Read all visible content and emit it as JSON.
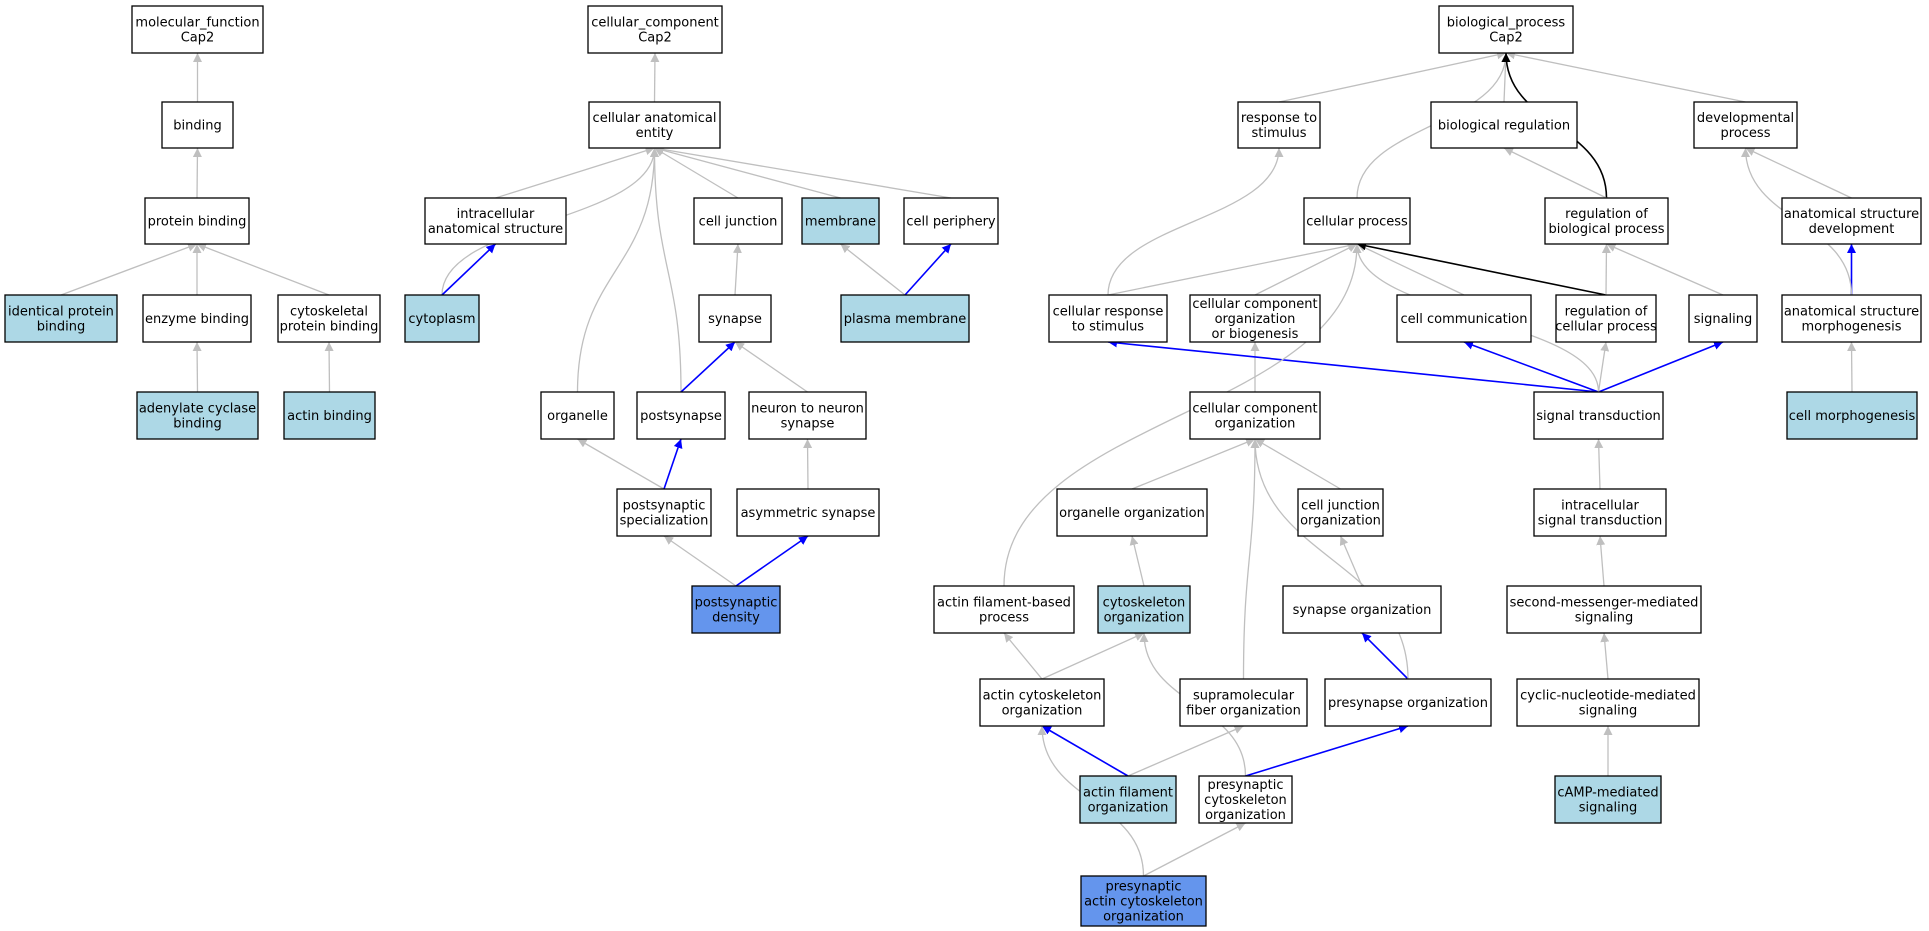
{
  "colors": {
    "default_fill": "#ffffff",
    "annotated_fill": "#add8e6",
    "target_fill": "#6495ed",
    "is_a_edge": "#bfbfbf",
    "positively_regulates_edge": "#0000ff",
    "regulates_edge": "#000000"
  },
  "nodes": {
    "mf": {
      "lines": [
        "molecular_function",
        "Cap2"
      ],
      "fill": "default"
    },
    "binding": {
      "lines": [
        "binding"
      ],
      "fill": "default"
    },
    "protein_binding": {
      "lines": [
        "protein binding"
      ],
      "fill": "default"
    },
    "identical_protein_binding": {
      "lines": [
        "identical protein",
        "binding"
      ],
      "fill": "annotated"
    },
    "enzyme_binding": {
      "lines": [
        "enzyme binding"
      ],
      "fill": "default"
    },
    "cytoskeletal_protein_binding": {
      "lines": [
        "cytoskeletal",
        "protein binding"
      ],
      "fill": "default"
    },
    "adenylate_cyclase_binding": {
      "lines": [
        "adenylate cyclase",
        "binding"
      ],
      "fill": "annotated"
    },
    "actin_binding": {
      "lines": [
        "actin binding"
      ],
      "fill": "annotated"
    },
    "cc": {
      "lines": [
        "cellular_component",
        "Cap2"
      ],
      "fill": "default"
    },
    "cellular_anatomical_entity": {
      "lines": [
        "cellular anatomical",
        "entity"
      ],
      "fill": "default"
    },
    "intracellular_anatomical_structure": {
      "lines": [
        "intracellular",
        "anatomical structure"
      ],
      "fill": "default"
    },
    "cell_junction": {
      "lines": [
        "cell junction"
      ],
      "fill": "default"
    },
    "membrane": {
      "lines": [
        "membrane"
      ],
      "fill": "annotated"
    },
    "cell_periphery": {
      "lines": [
        "cell periphery"
      ],
      "fill": "default"
    },
    "cytoplasm": {
      "lines": [
        "cytoplasm"
      ],
      "fill": "annotated"
    },
    "synapse": {
      "lines": [
        "synapse"
      ],
      "fill": "default"
    },
    "plasma_membrane": {
      "lines": [
        "plasma membrane"
      ],
      "fill": "annotated"
    },
    "organelle": {
      "lines": [
        "organelle"
      ],
      "fill": "default"
    },
    "postsynapse": {
      "lines": [
        "postsynapse"
      ],
      "fill": "default"
    },
    "neuron_to_neuron_synapse": {
      "lines": [
        "neuron to neuron",
        "synapse"
      ],
      "fill": "default"
    },
    "postsynaptic_specialization": {
      "lines": [
        "postsynaptic",
        "specialization"
      ],
      "fill": "default"
    },
    "asymmetric_synapse": {
      "lines": [
        "asymmetric synapse"
      ],
      "fill": "default"
    },
    "postsynaptic_density": {
      "lines": [
        "postsynaptic",
        "density"
      ],
      "fill": "target"
    },
    "bp": {
      "lines": [
        "biological_process",
        "Cap2"
      ],
      "fill": "default"
    },
    "response_to_stimulus": {
      "lines": [
        "response to",
        "stimulus"
      ],
      "fill": "default"
    },
    "biological_regulation": {
      "lines": [
        "biological regulation"
      ],
      "fill": "default"
    },
    "developmental_process": {
      "lines": [
        "developmental",
        "process"
      ],
      "fill": "default"
    },
    "cellular_process": {
      "lines": [
        "cellular process"
      ],
      "fill": "default"
    },
    "regulation_of_biological_process": {
      "lines": [
        "regulation of",
        "biological process"
      ],
      "fill": "default"
    },
    "anatomical_structure_development": {
      "lines": [
        "anatomical structure",
        "development"
      ],
      "fill": "default"
    },
    "cellular_response_to_stimulus": {
      "lines": [
        "cellular response",
        "to stimulus"
      ],
      "fill": "default"
    },
    "cellular_component_organization_or_biogenesis": {
      "lines": [
        "cellular component",
        "organization",
        "or biogenesis"
      ],
      "fill": "default"
    },
    "cell_communication": {
      "lines": [
        "cell communication"
      ],
      "fill": "default"
    },
    "regulation_of_cellular_process": {
      "lines": [
        "regulation of",
        "cellular process"
      ],
      "fill": "default"
    },
    "signaling": {
      "lines": [
        "signaling"
      ],
      "fill": "default"
    },
    "anatomical_structure_morphogenesis": {
      "lines": [
        "anatomical structure",
        "morphogenesis"
      ],
      "fill": "default"
    },
    "cellular_component_organization": {
      "lines": [
        "cellular component",
        "organization"
      ],
      "fill": "default"
    },
    "signal_transduction": {
      "lines": [
        "signal transduction"
      ],
      "fill": "default"
    },
    "cell_morphogenesis": {
      "lines": [
        "cell morphogenesis"
      ],
      "fill": "annotated"
    },
    "organelle_organization": {
      "lines": [
        "organelle organization"
      ],
      "fill": "default"
    },
    "cell_junction_organization": {
      "lines": [
        "cell junction",
        "organization"
      ],
      "fill": "default"
    },
    "intracellular_signal_transduction": {
      "lines": [
        "intracellular",
        "signal transduction"
      ],
      "fill": "default"
    },
    "actin_filament_based_process": {
      "lines": [
        "actin filament-based",
        "process"
      ],
      "fill": "default"
    },
    "cytoskeleton_organization": {
      "lines": [
        "cytoskeleton",
        "organization"
      ],
      "fill": "annotated"
    },
    "synapse_organization": {
      "lines": [
        "synapse organization"
      ],
      "fill": "default"
    },
    "second_messenger_mediated_signaling": {
      "lines": [
        "second-messenger-mediated",
        "signaling"
      ],
      "fill": "default"
    },
    "actin_cytoskeleton_organization": {
      "lines": [
        "actin cytoskeleton",
        "organization"
      ],
      "fill": "default"
    },
    "supramolecular_fiber_organization": {
      "lines": [
        "supramolecular",
        "fiber organization"
      ],
      "fill": "default"
    },
    "presynapse_organization": {
      "lines": [
        "presynapse organization"
      ],
      "fill": "default"
    },
    "cyclic_nucleotide_mediated_signaling": {
      "lines": [
        "cyclic-nucleotide-mediated",
        "signaling"
      ],
      "fill": "default"
    },
    "actin_filament_organization": {
      "lines": [
        "actin filament",
        "organization"
      ],
      "fill": "annotated"
    },
    "presynaptic_cytoskeleton_organization": {
      "lines": [
        "presynaptic",
        "cytoskeleton",
        "organization"
      ],
      "fill": "default"
    },
    "camp_mediated_signaling": {
      "lines": [
        "cAMP-mediated",
        "signaling"
      ],
      "fill": "annotated"
    },
    "presynaptic_actin_cytoskeleton_organization": {
      "lines": [
        "presynaptic",
        "actin cytoskeleton",
        "organization"
      ],
      "fill": "target"
    }
  },
  "edges": [
    {
      "from": "binding",
      "to": "mf",
      "type": "is_a"
    },
    {
      "from": "protein_binding",
      "to": "binding",
      "type": "is_a"
    },
    {
      "from": "identical_protein_binding",
      "to": "protein_binding",
      "type": "is_a"
    },
    {
      "from": "enzyme_binding",
      "to": "protein_binding",
      "type": "is_a"
    },
    {
      "from": "cytoskeletal_protein_binding",
      "to": "protein_binding",
      "type": "is_a"
    },
    {
      "from": "adenylate_cyclase_binding",
      "to": "enzyme_binding",
      "type": "is_a"
    },
    {
      "from": "actin_binding",
      "to": "cytoskeletal_protein_binding",
      "type": "is_a"
    },
    {
      "from": "cellular_anatomical_entity",
      "to": "cc",
      "type": "is_a"
    },
    {
      "from": "intracellular_anatomical_structure",
      "to": "cellular_anatomical_entity",
      "type": "is_a"
    },
    {
      "from": "cell_junction",
      "to": "cellular_anatomical_entity",
      "type": "is_a"
    },
    {
      "from": "membrane",
      "to": "cellular_anatomical_entity",
      "type": "is_a"
    },
    {
      "from": "cell_periphery",
      "to": "cellular_anatomical_entity",
      "type": "is_a"
    },
    {
      "from": "cytoplasm",
      "to": "cellular_anatomical_entity",
      "type": "is_a"
    },
    {
      "from": "cytoplasm",
      "to": "intracellular_anatomical_structure",
      "type": "positively_regulates"
    },
    {
      "from": "synapse",
      "to": "cell_junction",
      "type": "is_a"
    },
    {
      "from": "plasma_membrane",
      "to": "membrane",
      "type": "is_a"
    },
    {
      "from": "plasma_membrane",
      "to": "cell_periphery",
      "type": "positively_regulates"
    },
    {
      "from": "organelle",
      "to": "cellular_anatomical_entity",
      "type": "is_a"
    },
    {
      "from": "postsynapse",
      "to": "cellular_anatomical_entity",
      "type": "is_a"
    },
    {
      "from": "postsynapse",
      "to": "synapse",
      "type": "positively_regulates"
    },
    {
      "from": "neuron_to_neuron_synapse",
      "to": "synapse",
      "type": "is_a"
    },
    {
      "from": "postsynaptic_specialization",
      "to": "organelle",
      "type": "is_a"
    },
    {
      "from": "postsynaptic_specialization",
      "to": "postsynapse",
      "type": "positively_regulates"
    },
    {
      "from": "asymmetric_synapse",
      "to": "neuron_to_neuron_synapse",
      "type": "is_a"
    },
    {
      "from": "postsynaptic_density",
      "to": "postsynaptic_specialization",
      "type": "is_a"
    },
    {
      "from": "postsynaptic_density",
      "to": "asymmetric_synapse",
      "type": "positively_regulates"
    },
    {
      "from": "response_to_stimulus",
      "to": "bp",
      "type": "is_a"
    },
    {
      "from": "biological_regulation",
      "to": "bp",
      "type": "is_a"
    },
    {
      "from": "developmental_process",
      "to": "bp",
      "type": "is_a"
    },
    {
      "from": "cellular_process",
      "to": "bp",
      "type": "is_a"
    },
    {
      "from": "regulation_of_biological_process",
      "to": "bp",
      "type": "regulates"
    },
    {
      "from": "regulation_of_biological_process",
      "to": "biological_regulation",
      "type": "is_a"
    },
    {
      "from": "anatomical_structure_development",
      "to": "developmental_process",
      "type": "is_a"
    },
    {
      "from": "cellular_response_to_stimulus",
      "to": "response_to_stimulus",
      "type": "is_a"
    },
    {
      "from": "cellular_response_to_stimulus",
      "to": "cellular_process",
      "type": "is_a"
    },
    {
      "from": "cellular_component_organization_or_biogenesis",
      "to": "cellular_process",
      "type": "is_a"
    },
    {
      "from": "cell_communication",
      "to": "cellular_process",
      "type": "is_a"
    },
    {
      "from": "regulation_of_cellular_process",
      "to": "cellular_process",
      "type": "regulates"
    },
    {
      "from": "regulation_of_cellular_process",
      "to": "regulation_of_biological_process",
      "type": "is_a"
    },
    {
      "from": "signaling",
      "to": "regulation_of_biological_process",
      "type": "is_a"
    },
    {
      "from": "anatomical_structure_morphogenesis",
      "to": "anatomical_structure_development",
      "type": "positively_regulates"
    },
    {
      "from": "anatomical_structure_morphogenesis",
      "to": "developmental_process",
      "type": "is_a"
    },
    {
      "from": "cellular_component_organization",
      "to": "cellular_component_organization_or_biogenesis",
      "type": "is_a"
    },
    {
      "from": "signal_transduction",
      "to": "cellular_response_to_stimulus",
      "type": "positively_regulates"
    },
    {
      "from": "signal_transduction",
      "to": "cell_communication",
      "type": "positively_regulates"
    },
    {
      "from": "signal_transduction",
      "to": "signaling",
      "type": "positively_regulates"
    },
    {
      "from": "signal_transduction",
      "to": "regulation_of_cellular_process",
      "type": "is_a"
    },
    {
      "from": "signal_transduction",
      "to": "cellular_process",
      "type": "is_a"
    },
    {
      "from": "cell_morphogenesis",
      "to": "anatomical_structure_morphogenesis",
      "type": "is_a"
    },
    {
      "from": "organelle_organization",
      "to": "cellular_component_organization",
      "type": "is_a"
    },
    {
      "from": "cell_junction_organization",
      "to": "cellular_component_organization",
      "type": "is_a"
    },
    {
      "from": "intracellular_signal_transduction",
      "to": "signal_transduction",
      "type": "is_a"
    },
    {
      "from": "actin_filament_based_process",
      "to": "cellular_process",
      "type": "is_a"
    },
    {
      "from": "cytoskeleton_organization",
      "to": "organelle_organization",
      "type": "is_a"
    },
    {
      "from": "synapse_organization",
      "to": "cell_junction_organization",
      "type": "is_a"
    },
    {
      "from": "second_messenger_mediated_signaling",
      "to": "intracellular_signal_transduction",
      "type": "is_a"
    },
    {
      "from": "actin_cytoskeleton_organization",
      "to": "actin_filament_based_process",
      "type": "is_a"
    },
    {
      "from": "actin_cytoskeleton_organization",
      "to": "cytoskeleton_organization",
      "type": "is_a"
    },
    {
      "from": "supramolecular_fiber_organization",
      "to": "cellular_component_organization",
      "type": "is_a"
    },
    {
      "from": "presynapse_organization",
      "to": "synapse_organization",
      "type": "positively_regulates"
    },
    {
      "from": "presynapse_organization",
      "to": "cellular_component_organization",
      "type": "is_a"
    },
    {
      "from": "cyclic_nucleotide_mediated_signaling",
      "to": "second_messenger_mediated_signaling",
      "type": "is_a"
    },
    {
      "from": "actin_filament_organization",
      "to": "actin_cytoskeleton_organization",
      "type": "positively_regulates"
    },
    {
      "from": "actin_filament_organization",
      "to": "supramolecular_fiber_organization",
      "type": "is_a"
    },
    {
      "from": "presynaptic_cytoskeleton_organization",
      "to": "cytoskeleton_organization",
      "type": "is_a"
    },
    {
      "from": "presynaptic_cytoskeleton_organization",
      "to": "presynapse_organization",
      "type": "positively_regulates"
    },
    {
      "from": "camp_mediated_signaling",
      "to": "cyclic_nucleotide_mediated_signaling",
      "type": "is_a"
    },
    {
      "from": "presynaptic_actin_cytoskeleton_organization",
      "to": "actin_cytoskeleton_organization",
      "type": "is_a"
    },
    {
      "from": "presynaptic_actin_cytoskeleton_organization",
      "to": "presynaptic_cytoskeleton_organization",
      "type": "is_a"
    }
  ]
}
